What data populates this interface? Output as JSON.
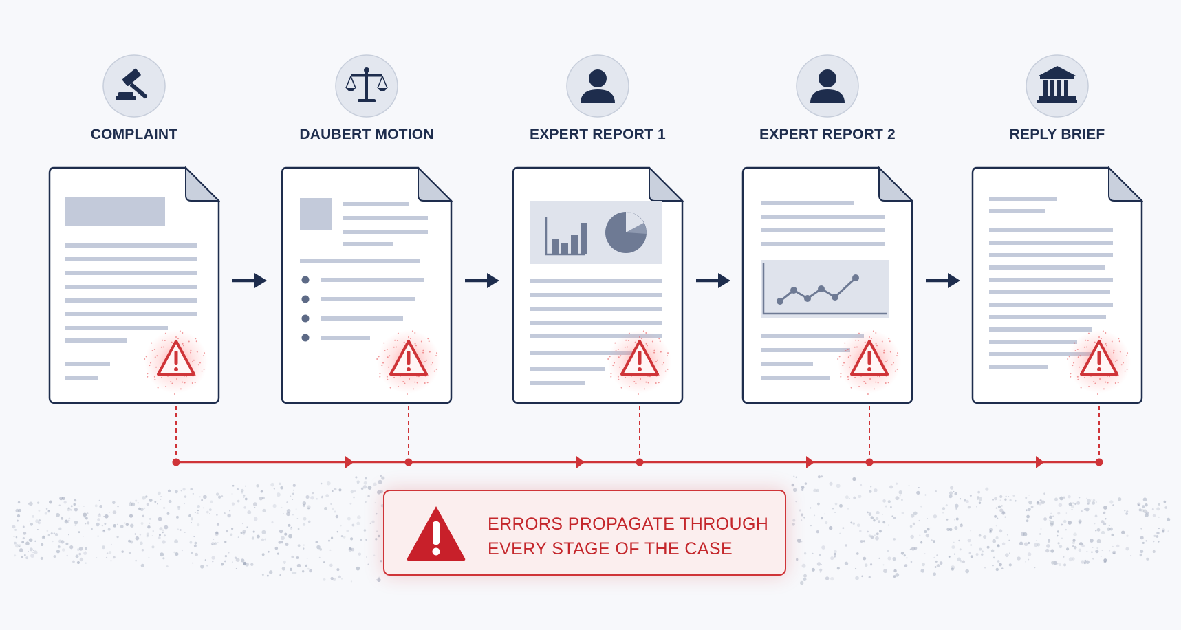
{
  "stages": [
    {
      "label": "COMPLAINT",
      "icon": "gavel-icon",
      "layout": "complaint"
    },
    {
      "label": "DAUBERT MOTION",
      "icon": "scales-icon",
      "layout": "bulleted"
    },
    {
      "label": "EXPERT REPORT 1",
      "icon": "person-icon",
      "layout": "bar-pie"
    },
    {
      "label": "EXPERT REPORT 2",
      "icon": "person-icon",
      "layout": "line-chart"
    },
    {
      "label": "REPLY BRIEF",
      "icon": "courthouse-icon",
      "layout": "text"
    }
  ],
  "callout": {
    "line1": "ERRORS PROPAGATE THROUGH",
    "line2": "EVERY STAGE OF THE CASE",
    "icon": "warning-icon"
  },
  "colors": {
    "navy": "#1e2d4d",
    "error_red": "#cf3438",
    "placeholder_gray": "#c3cada",
    "icon_circle": "#e3e7ef"
  }
}
